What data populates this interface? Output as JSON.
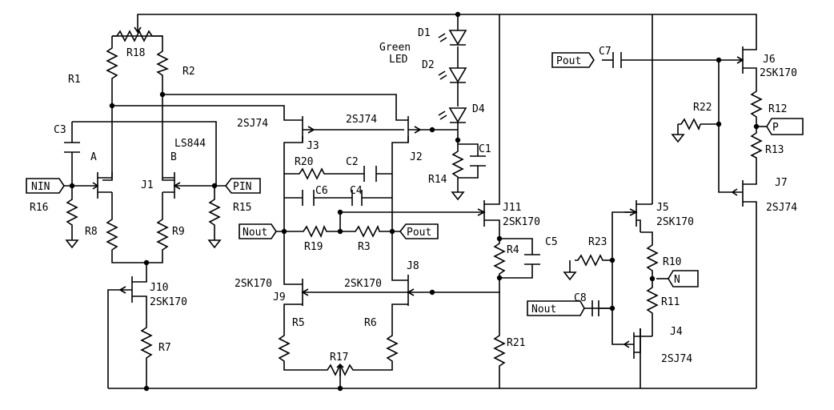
{
  "labels": {
    "R1": "R1",
    "R2": "R2",
    "R3": "R3",
    "R4": "R4",
    "R5": "R5",
    "R6": "R6",
    "R7": "R7",
    "R8": "R8",
    "R9": "R9",
    "R10": "R10",
    "R11": "R11",
    "R12": "R12",
    "R13": "R13",
    "R14": "R14",
    "R15": "R15",
    "R16": "R16",
    "R17": "R17",
    "R18": "R18",
    "R19": "R19",
    "R20": "R20",
    "R21": "R21",
    "R22": "R22",
    "R23": "R23",
    "C1": "C1",
    "C2": "C2",
    "C3": "C3",
    "C4": "C4",
    "C5": "C5",
    "C6": "C6",
    "C7": "C7",
    "C8": "C8",
    "D1": "D1",
    "D2": "D2",
    "D4": "D4",
    "green": "Green",
    "led": "LED",
    "J1": "J1",
    "J2": "J2",
    "J3": "J3",
    "J4": "J4",
    "J5": "J5",
    "J6": "J6",
    "J7": "J7",
    "J8": "J8",
    "J9": "J9",
    "J10": "J10",
    "J11": "J11",
    "A": "A",
    "B": "B",
    "LS844": "LS844",
    "p_2SJ74_J3": "2SJ74",
    "p_2SJ74_J2": "2SJ74",
    "p_2SJ74_J7": "2SJ74",
    "p_2SJ74_J4": "2SJ74",
    "p_2SK170_J10": "2SK170",
    "p_2SK170_J11": "2SK170",
    "p_2SK170_J5": "2SK170",
    "p_2SK170_J6": "2SK170",
    "p_2SK170_J9": "2SK170",
    "p_2SK170_J8": "2SK170"
  },
  "ports": {
    "NIN": "NIN",
    "PIN": "PIN",
    "Nout": "Nout",
    "Pout": "Pout",
    "Pout_top": "Pout",
    "Nout_bottom": "Nout",
    "P": "P",
    "N": "N"
  }
}
